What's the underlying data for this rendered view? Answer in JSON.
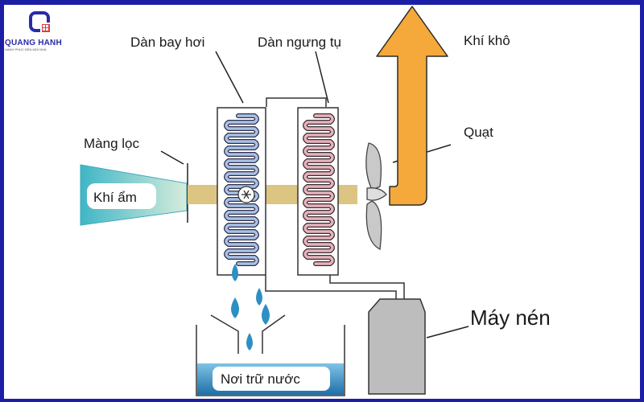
{
  "logo": {
    "name": "QUANG HANH",
    "tagline": "HẠNH PHÚC ĐẾN MỌI NHÀ"
  },
  "labels": {
    "evaporator": "Dàn bay hơi",
    "condenser": "Dàn ngưng tụ",
    "dry_air": "Khí khô",
    "filter": "Màng lọc",
    "fan": "Quạt",
    "humid_air": "Khí ẩm",
    "compressor": "Máy nén",
    "water_tank": "Nơi trữ nước"
  },
  "colors": {
    "frame": "#1c1fa6",
    "orange_arrow": "#f4a93a",
    "air_flow": "#d9c07a",
    "humid_air_gradient_start": "#3fb6c6",
    "evaporator_coil": "#8aa9d6",
    "condenser_coil": "#dba2ad",
    "water": "#2d8fc4",
    "compressor_fill": "#bdbdbd",
    "fan_fill": "#c8c8c8"
  }
}
